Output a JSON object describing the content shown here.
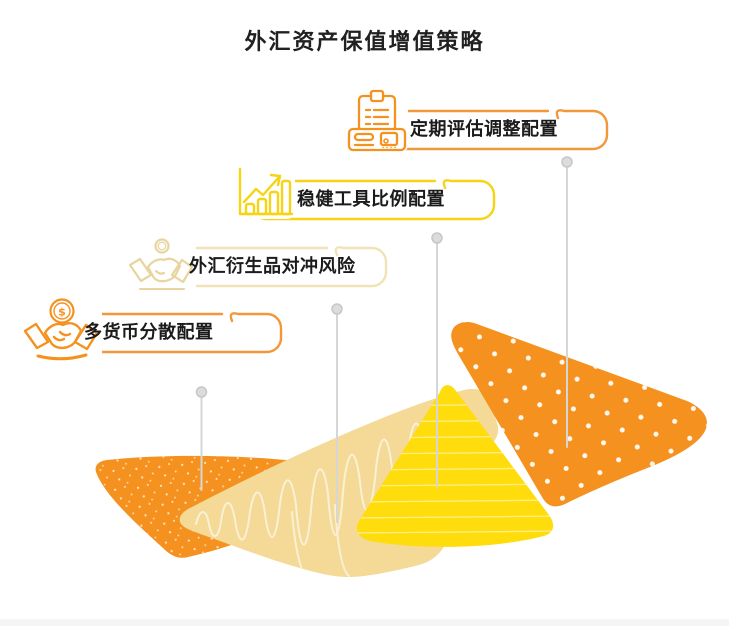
{
  "title": "外汇资产保值增值策略",
  "items": [
    {
      "id": "review",
      "label": "定期评估调整配置",
      "icon": "clipboard-report-icon",
      "accent": "#F3973B"
    },
    {
      "id": "tools",
      "label": "稳健工具比例配置",
      "icon": "growth-chart-icon",
      "accent": "#F6D414"
    },
    {
      "id": "hedge",
      "label": "外汇衍生品对冲风险",
      "icon": "handshake-coin-icon",
      "accent": "#F1E2B8"
    },
    {
      "id": "diversify",
      "label": "多货币分散配置",
      "icon": "handshake-dollar-icon",
      "accent": "#F3973B"
    }
  ],
  "icons": {
    "dollar_symbol": "$"
  },
  "colors": {
    "orange": "#F5921F",
    "bright_yellow": "#FFDC0C",
    "cream_fill": "#F4D997",
    "cream_outline": "#F1E2B8",
    "yellow_accent": "#F6D414",
    "connector_gray": "#D6D6D6",
    "title_text": "#212121",
    "label_text": "#1B1B1B"
  }
}
